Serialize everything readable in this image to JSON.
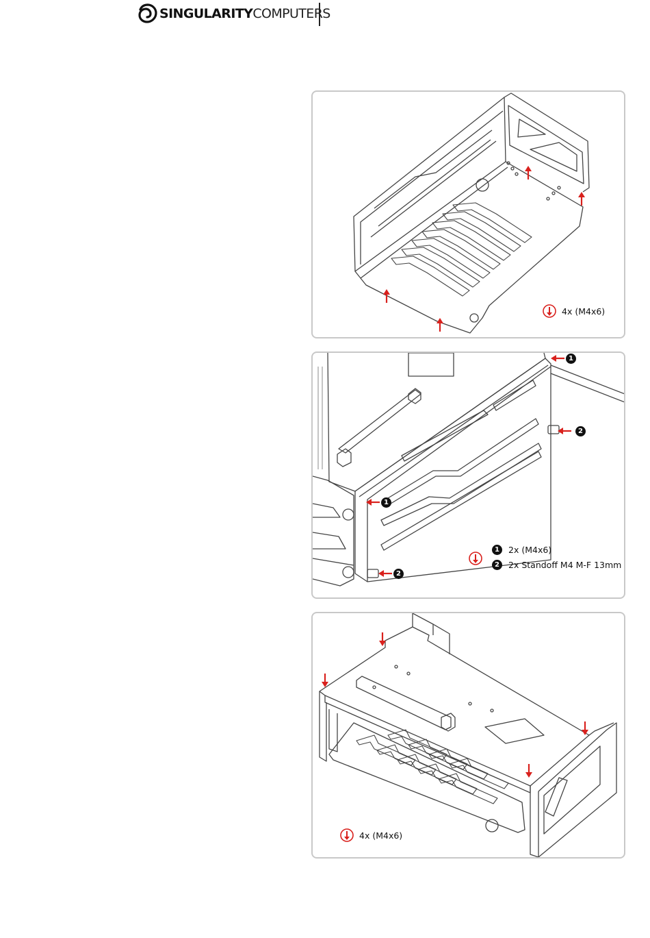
{
  "header": {
    "brand_bold": "SINGULARITY",
    "brand_regular": "COMPUTERS",
    "logo_icon": "singularity-logo-icon"
  },
  "colors": {
    "accent_red": "#d9211d",
    "panel_border": "#c8c8c8",
    "line_art": "#444444"
  },
  "panels": [
    {
      "legend_icon": "screw-down-arrow-icon",
      "items": [
        {
          "text": "4x (M4x6)"
        }
      ]
    },
    {
      "legend_icon": "screw-down-arrow-icon",
      "items": [
        {
          "number": "1",
          "text": "2x (M4x6)"
        },
        {
          "number": "2",
          "text": "2x Standoff M4 M-F 13mm"
        }
      ],
      "callouts": [
        "1",
        "2",
        "1",
        "2"
      ]
    },
    {
      "legend_icon": "screw-down-arrow-icon",
      "items": [
        {
          "text": "4x (M4x6)"
        }
      ]
    }
  ]
}
